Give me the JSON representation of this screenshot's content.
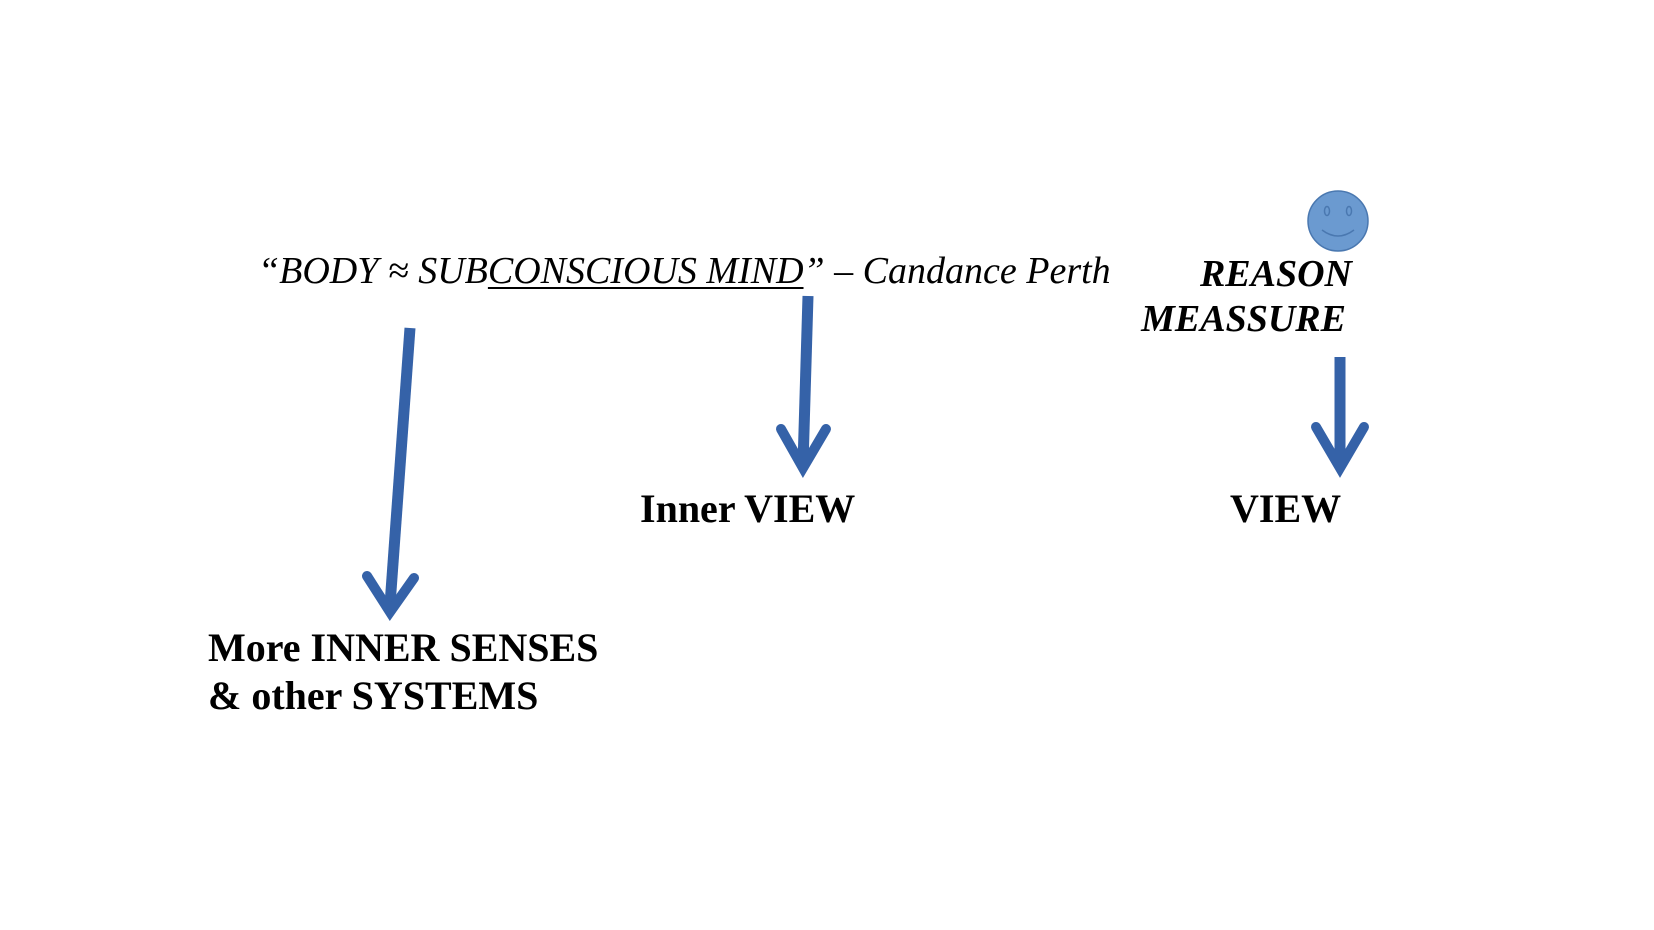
{
  "quote": {
    "open_mark": "“",
    "pre": "BODY ≈ SUB",
    "underlined": "CONSCIOUS MIND",
    "close_mark": "”",
    "attribution": " – Candance Perth"
  },
  "reason": {
    "line1": "REASON",
    "line2": "MEASSURE"
  },
  "labels": {
    "inner_view": "Inner VIEW",
    "view": "VIEW",
    "senses_line1": "More INNER SENSES",
    "senses_line2": "& other SYSTEMS"
  },
  "colors": {
    "arrow": "#3562A8",
    "smiley_fill": "#6B9AD0",
    "smiley_stroke": "#4A78B0"
  },
  "icons": [
    "smiley-face-icon",
    "arrow-down-icon"
  ]
}
